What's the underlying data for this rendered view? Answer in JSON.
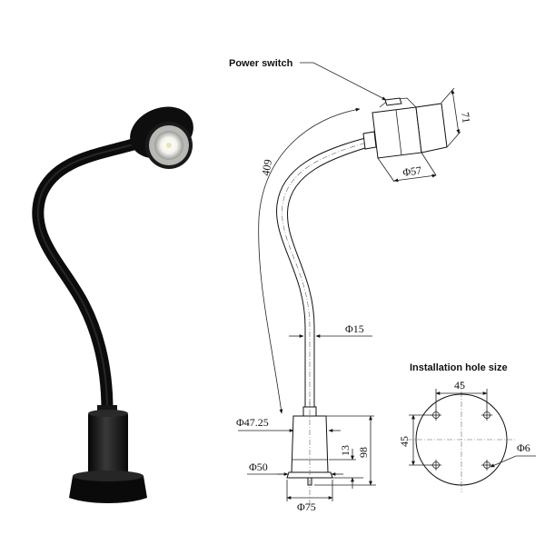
{
  "labels": {
    "power_switch": "Power switch",
    "installation_hole_size": "Installation hole size"
  },
  "dimensions": {
    "height_71": "71",
    "diameter_57": "Φ57",
    "length_409": "409",
    "diameter_15": "Φ15",
    "diameter_47_25": "Φ47.25",
    "diameter_50": "Φ50",
    "diameter_75": "Φ75",
    "height_13": "13",
    "height_98": "98",
    "hole_spacing_horizontal": "45",
    "hole_spacing_vertical": "45",
    "hole_diameter": "Φ6"
  },
  "colors": {
    "lamp_body": "#111111",
    "line": "#222222",
    "background": "#ffffff"
  }
}
